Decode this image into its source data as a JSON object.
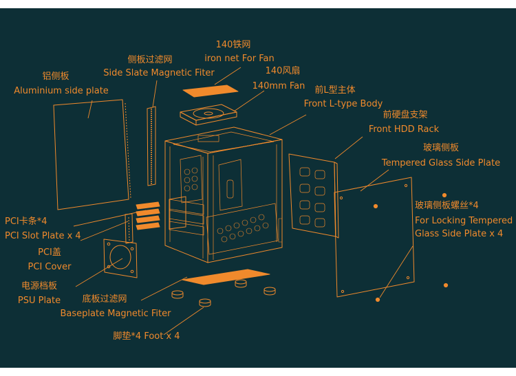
{
  "labels": {
    "iron_net": {
      "cn": "140铁网",
      "en": "iron net For Fan"
    },
    "side_filter": {
      "cn": "侧板过滤网",
      "en": "Side Slate Magnetic Fiter"
    },
    "fan": {
      "cn": "140风扇",
      "en": "140mm Fan"
    },
    "alu_plate": {
      "cn": "铝侧板",
      "en": "Aluminium side plate"
    },
    "front_body": {
      "cn": "前L型主体",
      "en": "Front L-type Body"
    },
    "hdd_rack": {
      "cn": "前硬盘支架",
      "en": "Front HDD Rack"
    },
    "glass_plate": {
      "cn": "玻璃侧板",
      "en": "Tempered Glass Side Plate"
    },
    "glass_screw": {
      "cn": "玻璃侧板螺丝*4",
      "en1": "For Locking Tempered",
      "en2": "Glass Side Plate x 4"
    },
    "pci_slot": {
      "cn": "PCI卡条*4",
      "en": "PCI Slot Plate x 4"
    },
    "pci_cover": {
      "cn": "PCI盖",
      "en": "PCI Cover"
    },
    "psu_plate": {
      "cn": "电源档板",
      "en": "PSU Plate"
    },
    "base_filter": {
      "cn": "底板过滤网",
      "en": "Baseplate Magnetic Fiter"
    },
    "foot": {
      "text": "脚垫*4   Foot x 4"
    }
  },
  "colors": {
    "background": "#0d2f36",
    "accent": "#f08a2c",
    "page": "#ffffff"
  }
}
